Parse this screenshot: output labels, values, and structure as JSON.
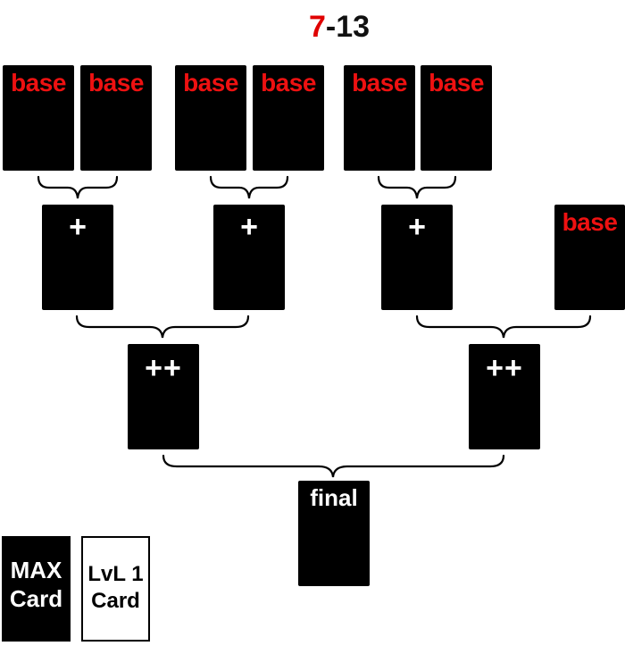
{
  "title": {
    "part1": "7",
    "part2": "-13"
  },
  "cards": {
    "base_label": "base",
    "plus_label": "+",
    "plusplus_label": "++",
    "final_label": "final"
  },
  "legend": {
    "max_line1": "MAX",
    "max_line2": "Card",
    "lvl_line1": "LvL 1",
    "lvl_line2": "Card"
  },
  "colors": {
    "card": "#000000",
    "base_text": "#ee1111",
    "title_red": "#e00000"
  }
}
